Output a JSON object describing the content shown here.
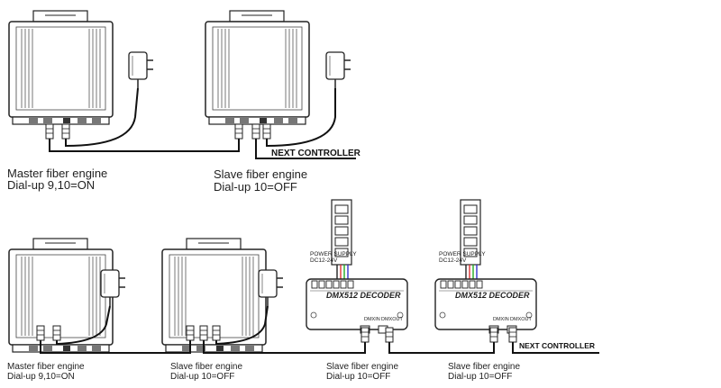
{
  "top_row": {
    "master": {
      "title": "Master fiber engine",
      "dial": "Dial-up  9,10=ON"
    },
    "slave": {
      "title": "Slave fiber engine",
      "dial": "Dial-up  10=OFF"
    },
    "next_controller": "NEXT CONTROLLER"
  },
  "bottom_row": {
    "master": {
      "title": "Master fiber engine",
      "dial": "Dial-up  9,10=ON"
    },
    "slave": {
      "title": "Slave fiber engine",
      "dial": "Dial-up  10=OFF"
    },
    "decoder1": {
      "title": "DMX512 DECODER",
      "power_label": "POWER SUPPLY",
      "power_voltage": "DC12-24V",
      "dmx_in": "DMXIN",
      "dmx_out": "DMXOUT",
      "caption_title": "Slave fiber engine",
      "caption_dial": "Dial-up  10=OFF"
    },
    "decoder2": {
      "title": "DMX512 DECODER",
      "power_label": "POWER SUPPLY",
      "power_voltage": "DC12-24V",
      "dmx_in": "DMXIN",
      "dmx_out": "DMXOUT",
      "caption_title": "Slave fiber engine",
      "caption_dial": "Dial-up  10=OFF"
    },
    "next_controller": "NEXT CONTROLLER"
  }
}
